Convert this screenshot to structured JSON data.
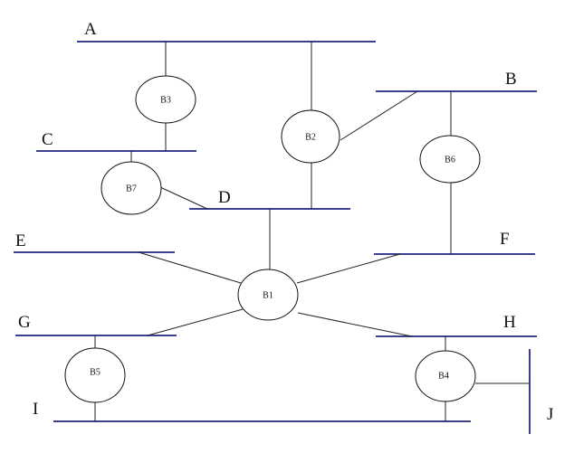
{
  "segments": {
    "A": "A",
    "B": "B",
    "C": "C",
    "D": "D",
    "E": "E",
    "F": "F",
    "G": "G",
    "H": "H",
    "I": "I",
    "J": "J"
  },
  "bridges": {
    "B1": "B1",
    "B2": "B2",
    "B3": "B3",
    "B4": "B4",
    "B5": "B5",
    "B6": "B6",
    "B7": "B7"
  },
  "colors": {
    "segment": "#3b3f8f",
    "link": "#222222"
  }
}
